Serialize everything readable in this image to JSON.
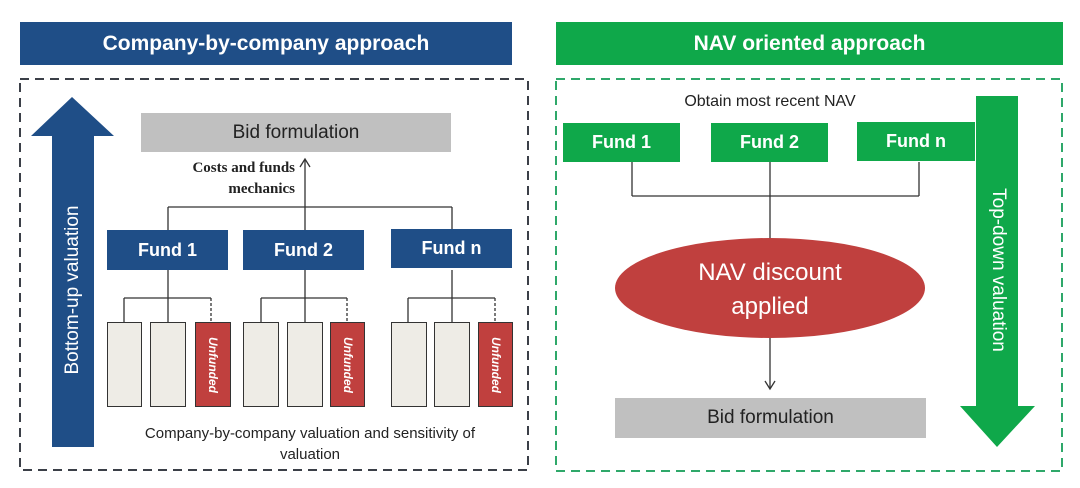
{
  "left_panel": {
    "title": "Company-by-company approach",
    "arrow_label": "Bottom-up valuation",
    "bid_label": "Bid formulation",
    "mechanics_label_line1": "Costs and funds",
    "mechanics_label_line2": "mechanics",
    "funds": [
      {
        "label": "Fund 1",
        "companies": [
          "",
          ""
        ],
        "unfunded": "Unfunded"
      },
      {
        "label": "Fund 2",
        "companies": [
          "",
          ""
        ],
        "unfunded": "Unfunded"
      },
      {
        "label": "Fund n",
        "companies": [
          "",
          ""
        ],
        "unfunded": "Unfunded"
      }
    ],
    "caption_line1": "Company-by-company valuation and sensitivity of",
    "caption_line2": "valuation"
  },
  "right_panel": {
    "title": "NAV oriented approach",
    "obtain_label": "Obtain most recent NAV",
    "funds": [
      "Fund 1",
      "Fund 2",
      "Fund n"
    ],
    "discount_line1": "NAV discount",
    "discount_line2": "applied",
    "bid_label": "Bid formulation",
    "arrow_label": "Top-down valuation"
  },
  "colors": {
    "blue": "#1f4e87",
    "green": "#0fa84a",
    "red": "#c0403e",
    "grey": "#c0c0c0"
  }
}
